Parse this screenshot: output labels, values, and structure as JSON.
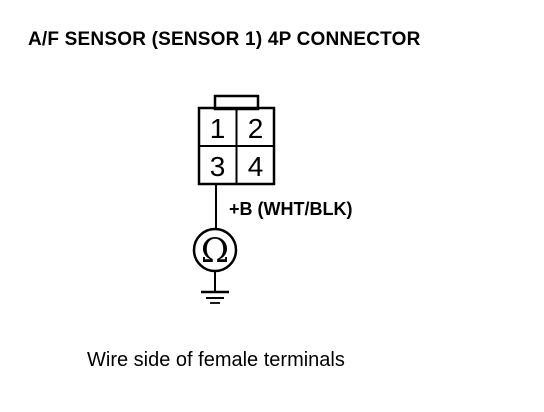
{
  "title": "A/F SENSOR (SENSOR 1) 4P CONNECTOR",
  "connector": {
    "pins": [
      {
        "number": "1"
      },
      {
        "number": "2"
      },
      {
        "number": "3"
      },
      {
        "number": "4"
      }
    ]
  },
  "wire_label": "+B (WHT/BLK)",
  "ohmmeter_symbol": "Ω",
  "ground_symbol": "ground-icon",
  "caption": "Wire side of female terminals"
}
